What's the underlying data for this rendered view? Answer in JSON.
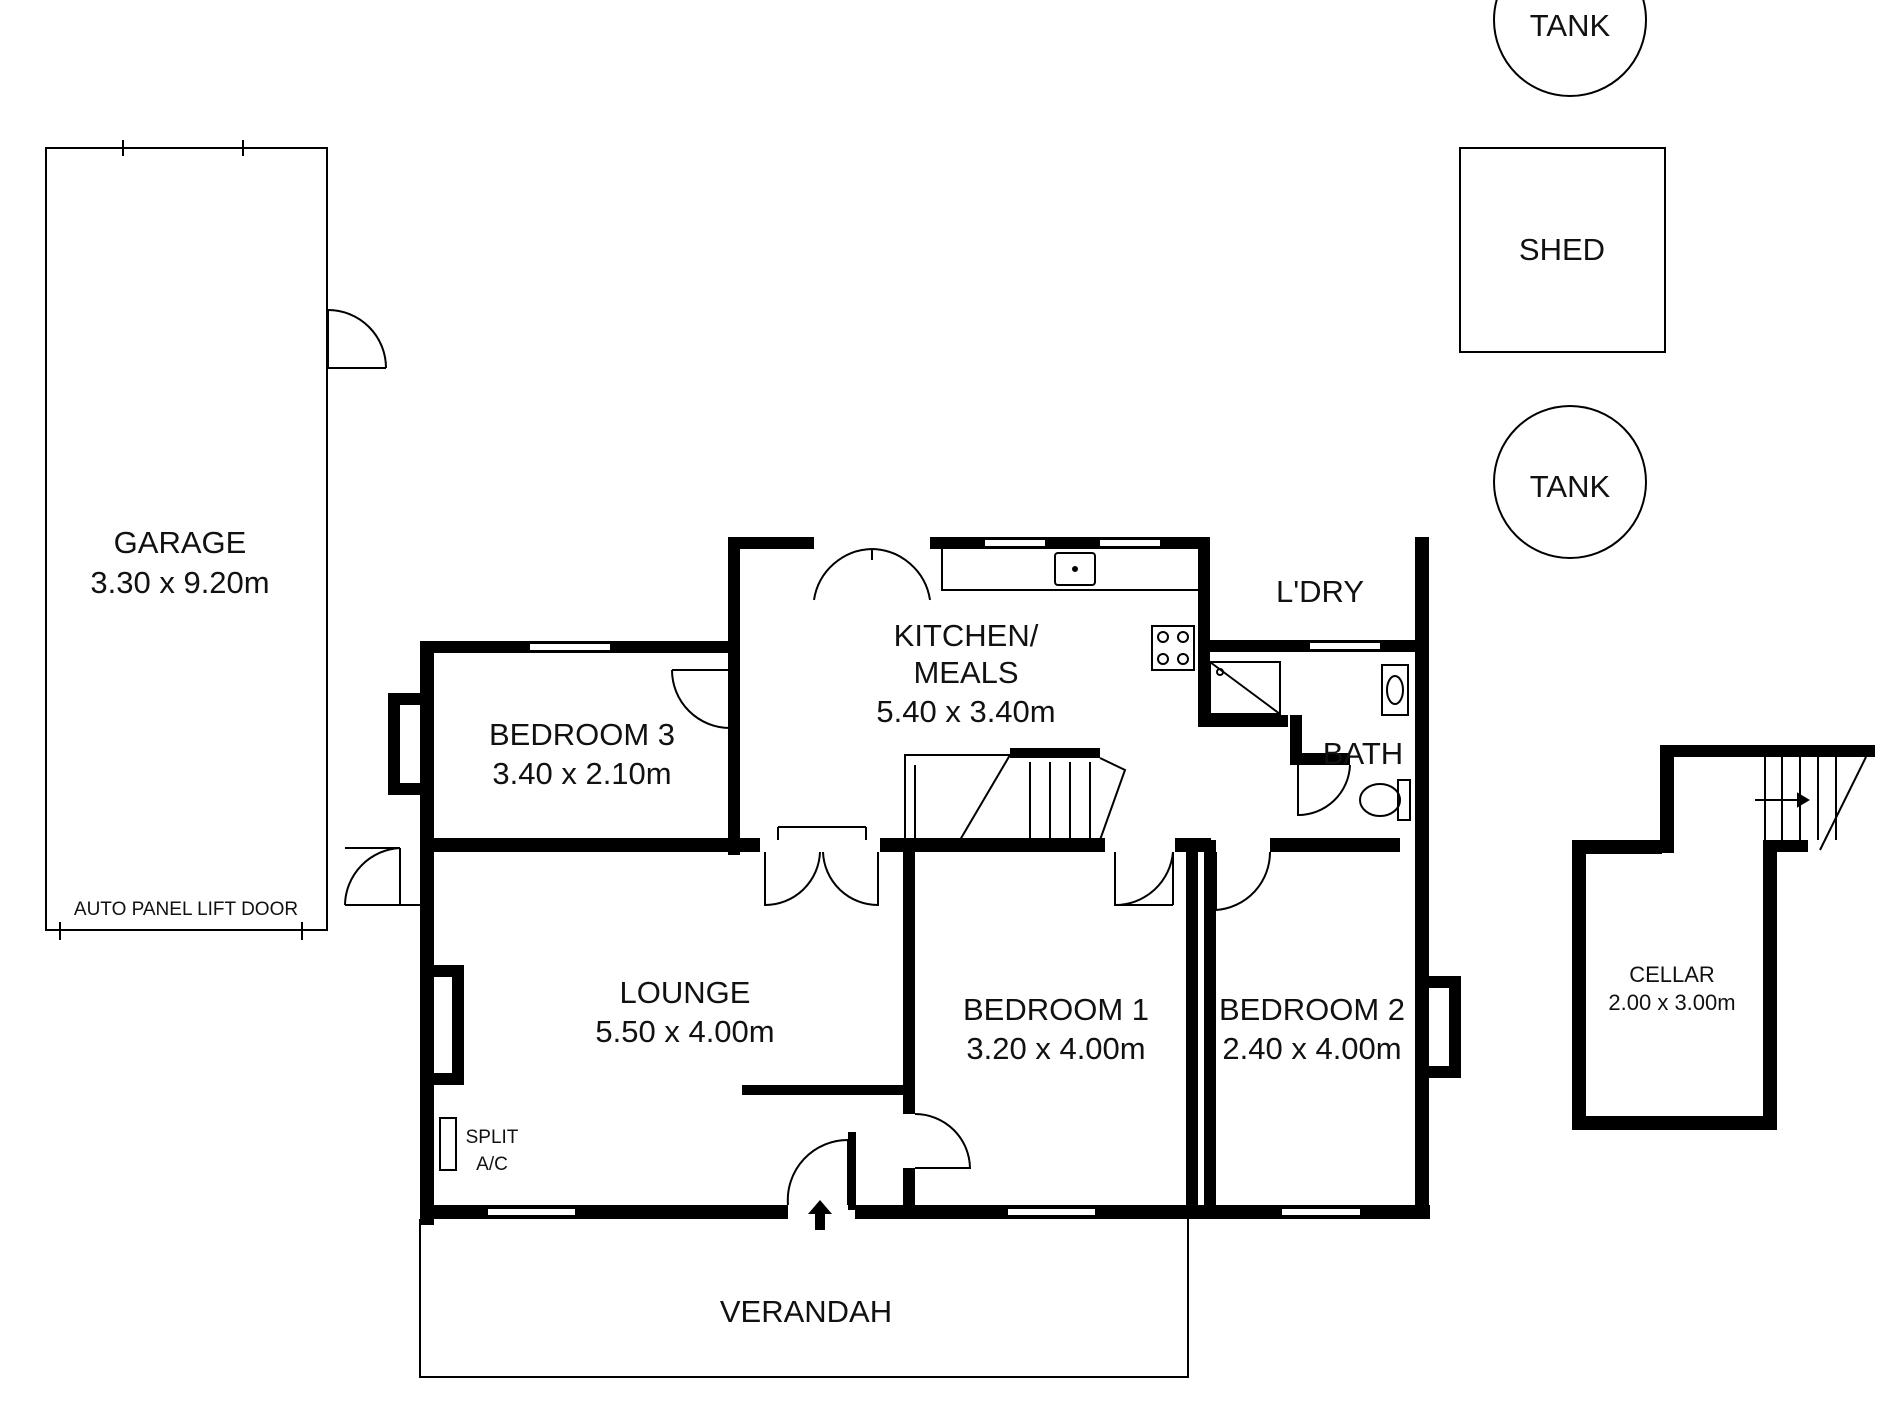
{
  "colors": {
    "wall": "#000000",
    "line": "#000000",
    "background": "#ffffff",
    "text": "#111111"
  },
  "rooms": {
    "garage": {
      "name": "GARAGE",
      "size": "3.30 x 9.20m",
      "door_note": "AUTO PANEL LIFT DOOR"
    },
    "kitchen": {
      "name_line1": "KITCHEN/",
      "name_line2": "MEALS",
      "size": "5.40 x 3.40m"
    },
    "laundry": {
      "name": "L'DRY"
    },
    "bath": {
      "name": "BATH"
    },
    "bedroom3": {
      "name": "BEDROOM 3",
      "size": "3.40 x 2.10m"
    },
    "lounge": {
      "name": "LOUNGE",
      "size": "5.50 x 4.00m",
      "ac_line1": "SPLIT",
      "ac_line2": "A/C"
    },
    "bedroom1": {
      "name": "BEDROOM 1",
      "size": "3.20 x 4.00m"
    },
    "bedroom2": {
      "name": "BEDROOM 2",
      "size": "2.40 x 4.00m"
    },
    "verandah": {
      "name": "VERANDAH"
    },
    "cellar": {
      "name": "CELLAR",
      "size": "2.00 x 3.00m"
    }
  },
  "outbuildings": {
    "tank_top": {
      "name": "TANK"
    },
    "shed": {
      "name": "SHED"
    },
    "tank_bottom": {
      "name": "TANK"
    }
  },
  "icons": [
    "entry-arrow-icon",
    "sink-icon",
    "cooktop-icon",
    "shower-icon",
    "basin-icon",
    "toilet-icon",
    "stairs-icon"
  ]
}
